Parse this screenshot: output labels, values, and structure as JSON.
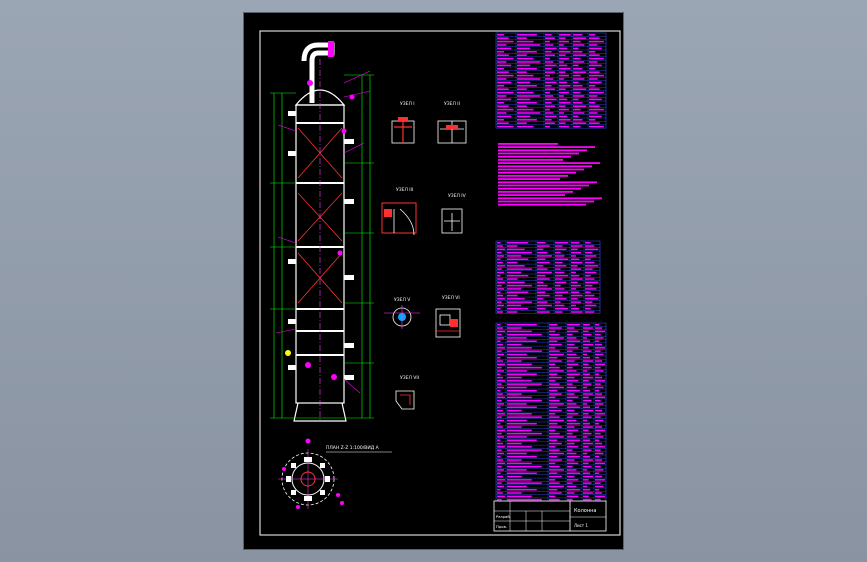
{
  "drawing": {
    "sheet_background": "#000000",
    "frame_color": "#ffffff",
    "colors": {
      "table_lines": "#2f52ff",
      "notes_text": "#ff00ff",
      "dimension": "#00ff00",
      "geometry": "#ffffff",
      "hatch": "#ff2020",
      "centerline": "#ff40ff"
    },
    "section_view_label": "ПЛАН Z-Z 1:100/ВИД А",
    "detail_labels": [
      "УЗЕЛ I",
      "УЗЕЛ II",
      "УЗЕЛ III",
      "УЗЕЛ IV",
      "УЗЕЛ V",
      "УЗЕЛ VI",
      "УЗЕЛ VII"
    ],
    "title_block": {
      "label_a": "Разраб.",
      "label_b": "Пров.",
      "name": "Колонна",
      "sheet": "Лист 1"
    }
  }
}
